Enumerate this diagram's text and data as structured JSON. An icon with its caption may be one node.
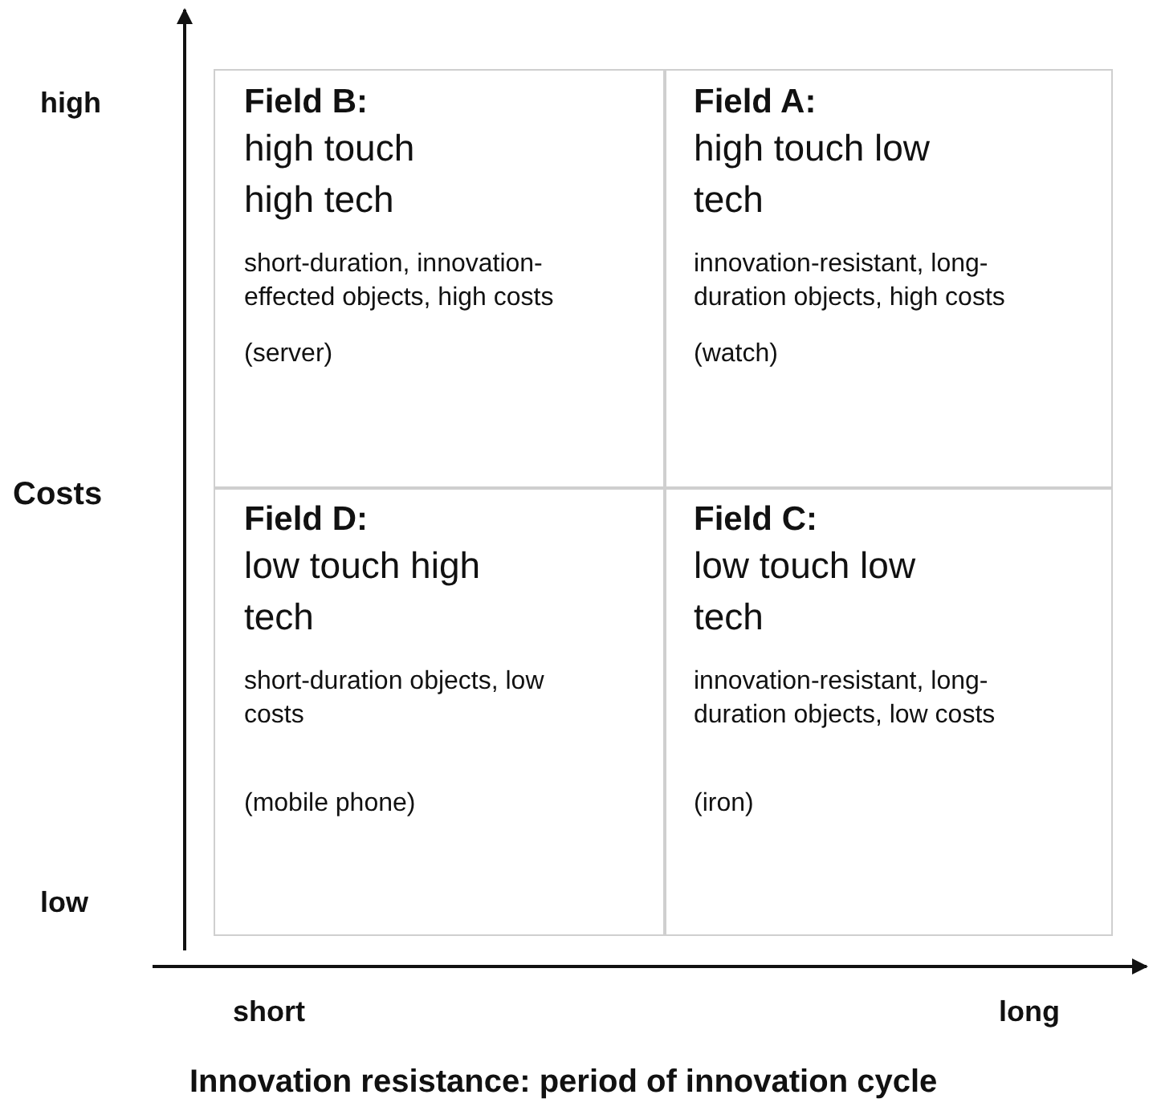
{
  "diagram": {
    "nodes": [
      {
        "text": [
          "Field B:",
          "high touch high tech",
          "short-duration, innovation-effected objects, high costs",
          "(server)"
        ]
      },
      {
        "text": [
          "Field A:",
          "high touch low tech",
          "innovation-resistant, long-duration objects, high costs",
          "(watch)"
        ]
      },
      {
        "text": [
          "Field D:",
          "low touch high tech",
          "short-duration objects, low costs",
          "(mobile phone)"
        ]
      },
      {
        "text": [
          "Field C:",
          "low touch low tech",
          "innovation-resistant, long-duration objects, low costs",
          "(iron)"
        ]
      }
    ],
    "edges": [],
    "labels": [
      "high",
      "Costs",
      "low",
      "short",
      "long",
      "Innovation resistance: period of innovation cycle"
    ]
  }
}
